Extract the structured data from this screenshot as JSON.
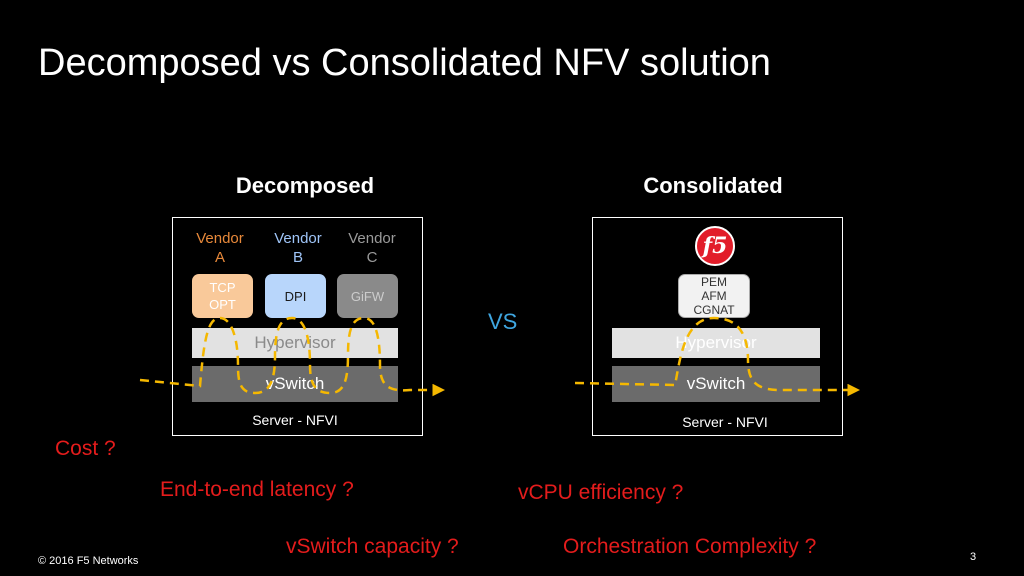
{
  "title": "Decomposed vs Consolidated NFV solution",
  "decomposed": {
    "heading": "Decomposed",
    "vendors": [
      {
        "name": "Vendor\nA",
        "color": "#e8893a",
        "vnf": "TCP\nOPT",
        "vnf_bg": "#f9c99a",
        "vnf_fg": "#ffffff"
      },
      {
        "name": "Vendor\nB",
        "color": "#9fc5f8",
        "vnf": "DPI",
        "vnf_bg": "#b8d6fb",
        "vnf_fg": "#1a1a1a"
      },
      {
        "name": "Vendor\nC",
        "color": "#9a9a9a",
        "vnf": "GiFW",
        "vnf_bg": "#8a8a8a",
        "vnf_fg": "#cccccc"
      }
    ],
    "hypervisor": "Hypervisor",
    "vswitch": "vSwitch",
    "server": "Server - NFVI"
  },
  "consolidated": {
    "heading": "Consolidated",
    "logo": "f5",
    "vnf": "PEM\nAFM\nCGNAT",
    "hypervisor": "Hypervisor",
    "vswitch": "vSwitch",
    "server": "Server - NFVI"
  },
  "vs_label": "VS",
  "questions": {
    "cost": "Cost ?",
    "latency": "End-to-end latency ?",
    "vswitch_capacity": "vSwitch capacity ?",
    "vcpu": "vCPU efficiency ?",
    "orchestration": "Orchestration Complexity ?"
  },
  "footer": {
    "copyright": "© 2016 F5 Networks",
    "page_number": "3"
  },
  "colors": {
    "traffic_path": "#f5b800",
    "question": "#e41c1c",
    "vs": "#3fa6e0"
  }
}
